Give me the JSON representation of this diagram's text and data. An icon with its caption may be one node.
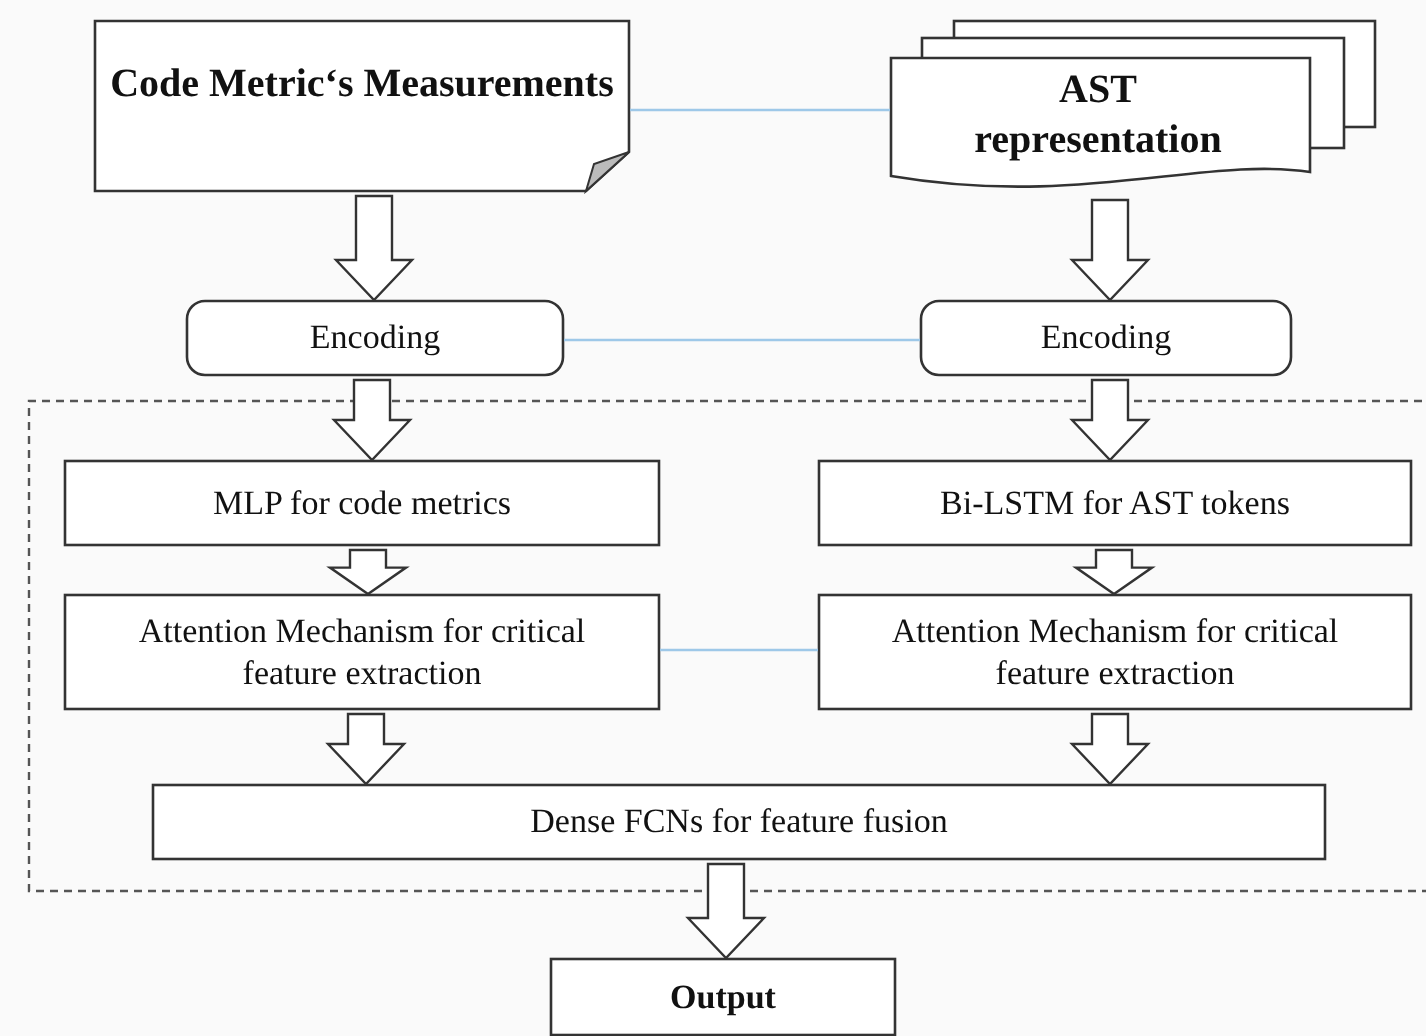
{
  "diagram": {
    "nodes": [
      {
        "text": [
          "Code Metric‘s Measurements"
        ]
      },
      {
        "text": [
          "AST representation"
        ]
      },
      {
        "text": [
          "Encoding"
        ]
      },
      {
        "text": [
          "Encoding"
        ]
      },
      {
        "text": [],
        "shape": "box"
      },
      {
        "text": [
          "MLP for code metrics"
        ],
        "in": 4
      },
      {
        "text": [
          "Bi-LSTM for AST tokens"
        ],
        "in": 4
      },
      {
        "text": [
          "Attention Mechanism for critical feature extraction"
        ],
        "in": 4
      },
      {
        "text": [
          "Attention Mechanism for critical feature extraction"
        ],
        "in": 4
      },
      {
        "text": [
          "Dense FCNs for feature fusion"
        ],
        "in": 4
      },
      {
        "text": [
          "Output"
        ]
      }
    ],
    "edges": [
      {
        "from": 0,
        "to": 1,
        "arrow": "none",
        "color": "#9ec8e8"
      },
      {
        "from": 0,
        "to": 2,
        "arrow": "to"
      },
      {
        "from": 1,
        "to": 3,
        "arrow": "to"
      },
      {
        "from": 2,
        "to": 3,
        "arrow": "none",
        "color": "#9ec8e8"
      },
      {
        "from": 2,
        "to": 5,
        "arrow": "to"
      },
      {
        "from": 3,
        "to": 6,
        "arrow": "to"
      },
      {
        "from": 5,
        "to": 7,
        "arrow": "to"
      },
      {
        "from": 6,
        "to": 8,
        "arrow": "to"
      },
      {
        "from": 7,
        "to": 8,
        "arrow": "none",
        "color": "#9ec8e8"
      },
      {
        "from": 7,
        "to": 9,
        "arrow": "to"
      },
      {
        "from": 8,
        "to": 9,
        "arrow": "to"
      },
      {
        "from": 9,
        "to": 10,
        "arrow": "to"
      }
    ]
  }
}
